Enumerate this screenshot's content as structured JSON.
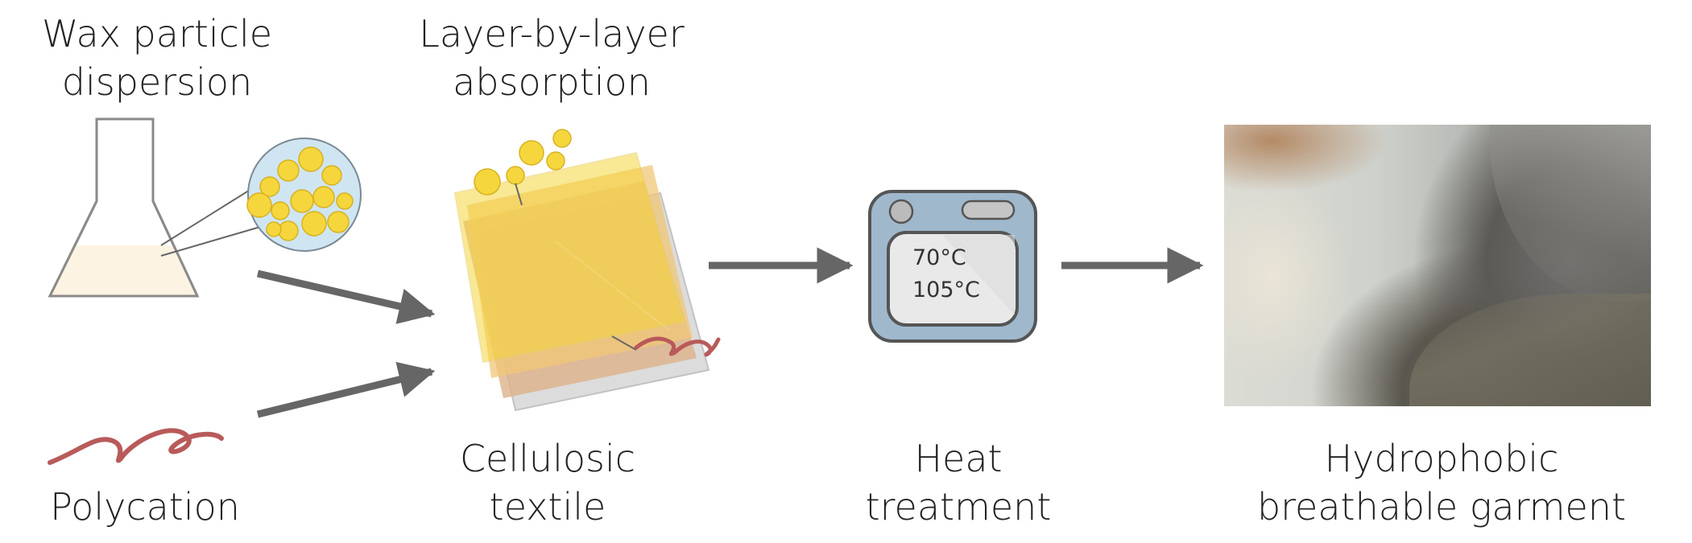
{
  "labels": {
    "wax": [
      "Wax particle",
      "dispersion"
    ],
    "lbl": [
      "Layer-by-layer",
      "absorption"
    ],
    "polycation": [
      "Polycation"
    ],
    "cellulosic": [
      "Cellulosic",
      "textile"
    ],
    "heat": [
      "Heat",
      "treatment"
    ],
    "hydrophobic": [
      "Hydrophobic",
      "breathable garment"
    ]
  },
  "oven": {
    "temp_low": "70°C",
    "temp_high": "105°C"
  },
  "colors": {
    "arrow": "#666666",
    "wax_particle": "#f5d63d",
    "polycation_strand": "#b85a5a",
    "flask_fill": "#fdf3e2",
    "oven_body": "#9fb8cc"
  }
}
